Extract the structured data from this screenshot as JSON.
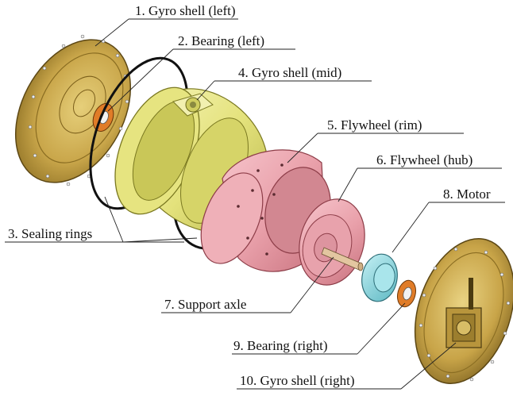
{
  "labels": {
    "l1": "1. Gyro shell (left)",
    "l2": "2. Bearing (left)",
    "l3": "3. Sealing rings",
    "l4": "4. Gyro shell (mid)",
    "l5": "5. Flywheel (rim)",
    "l6": "6. Flywheel (hub)",
    "l7": "7. Support axle",
    "l8": "8. Motor",
    "l9": "9. Bearing (right)",
    "l10": "10. Gyro shell (right)"
  },
  "colors": {
    "shell_brass": "#c9a64a",
    "shell_mid_yellow": "#e8e585",
    "flywheel_pink": "#e9a3ad",
    "motor_cyan": "#8fd7df",
    "bearing_orange": "#e07c28",
    "sealing_ring": "#111111"
  }
}
